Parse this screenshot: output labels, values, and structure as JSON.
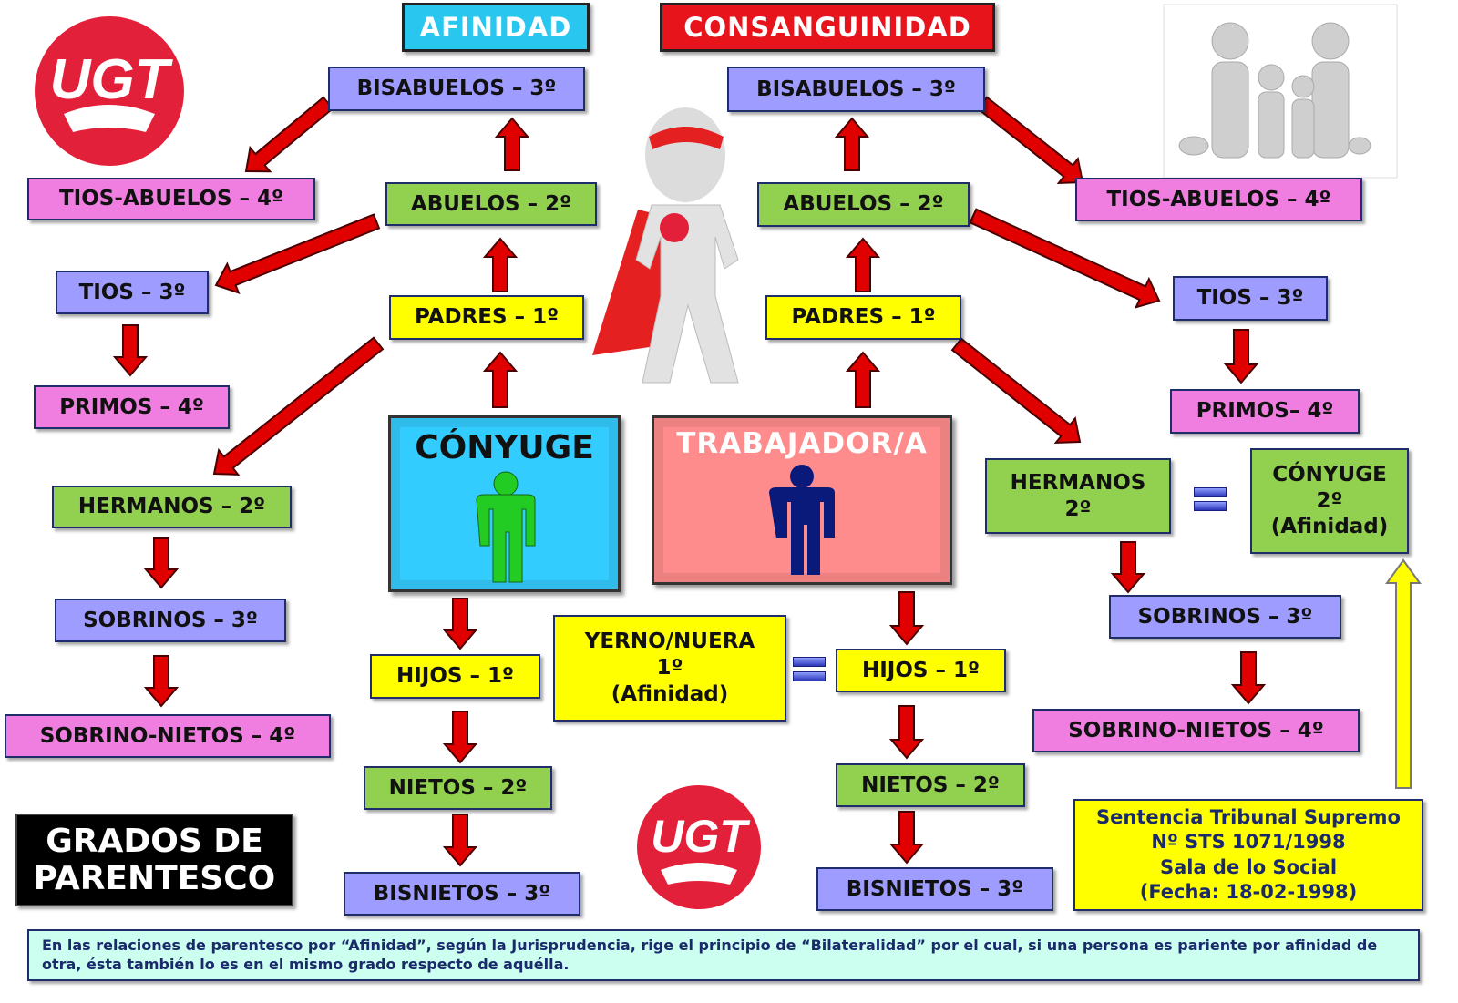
{
  "titles": {
    "afinidad": "AFINIDAD",
    "consanguinidad": "CONSANGUINIDAD"
  },
  "afinidad": {
    "bisabuelos": "BISABUELOS – 3º",
    "tios_abuelos": "TIOS-ABUELOS – 4º",
    "abuelos": "ABUELOS – 2º",
    "tios": "TIOS – 3º",
    "padres": "PADRES – 1º",
    "primos": "PRIMOS – 4º",
    "conyuge": "CÓNYUGE",
    "hermanos": "HERMANOS – 2º",
    "sobrinos": "SOBRINOS – 3º",
    "sobrino_nietos": "SOBRINO-NIETOS – 4º",
    "hijos": "HIJOS – 1º",
    "nietos": "NIETOS – 2º",
    "bisnietos": "BISNIETOS – 3º"
  },
  "consanguinidad": {
    "bisabuelos": "BISABUELOS – 3º",
    "tios_abuelos": "TIOS-ABUELOS – 4º",
    "abuelos": "ABUELOS – 2º",
    "tios": "TIOS – 3º",
    "padres": "PADRES – 1º",
    "primos": "PRIMOS– 4º",
    "trabajador": "TRABAJADOR/A",
    "hermanos": [
      "HERMANOS",
      "2º"
    ],
    "conyuge_hermano": [
      "CÓNYUGE",
      "2º",
      "(Afinidad)"
    ],
    "sobrinos": "SOBRINOS – 3º",
    "sobrino_nietos": "SOBRINO-NIETOS – 4º",
    "hijos": "HIJOS – 1º",
    "nietos": "NIETOS – 2º",
    "bisnietos": "BISNIETOS – 3º"
  },
  "yerno_nuera": [
    "YERNO/NUERA",
    "1º",
    "(Afinidad)"
  ],
  "grados": [
    "GRADOS DE",
    "PARENTESCO"
  ],
  "sentencia": [
    "Sentencia Tribunal Supremo",
    "Nº STS 1071/1998",
    "Sala de lo Social",
    "(Fecha: 18-02-1998)"
  ],
  "footer": "En las relaciones de parentesco por “Afinidad”, según la Jurisprudencia, rige el principio de “Bilateralidad” por el cual, si una persona es pariente por afinidad de otra, ésta también lo es en el mismo grado respecto de aquélla.",
  "logo_text": "UGT",
  "colors": {
    "afinidad": "#29c6ef",
    "consanguinidad": "#e8141c",
    "arrow": "#e00000"
  }
}
